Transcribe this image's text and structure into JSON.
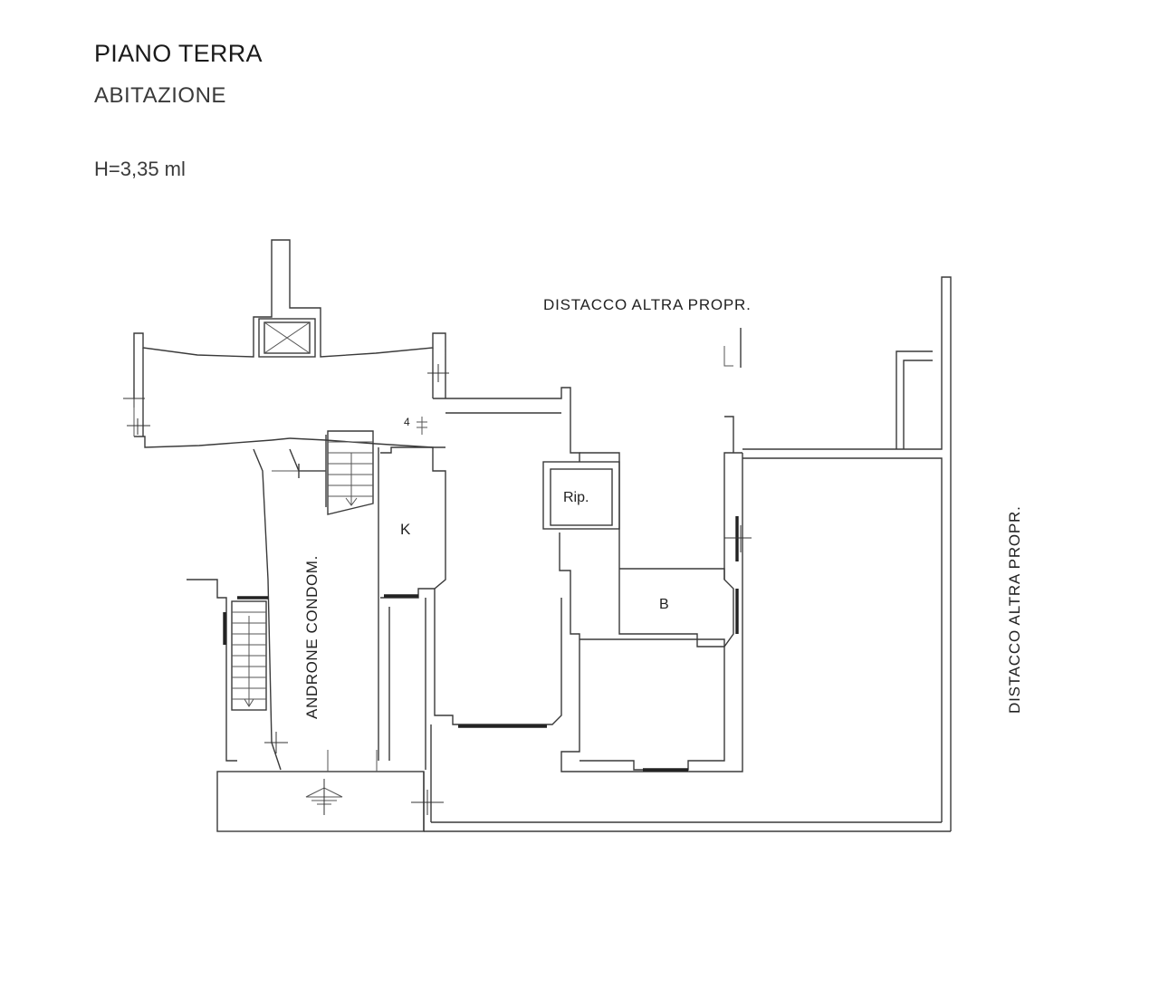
{
  "header": {
    "title": "PIANO TERRA",
    "subtitle": "ABITAZIONE",
    "height": "H=3,35 ml"
  },
  "plan": {
    "top_label": "DISTACCO ALTRA PROPR.",
    "right_label": "DISTACCO ALTRA PROPR.",
    "androne": "ANDRONE CONDOM.",
    "kitchen": "K",
    "storage": "Rip.",
    "bath": "B",
    "step_number": "4"
  },
  "colors": {
    "line": "#3a3a3a",
    "text": "#222222",
    "background": "#ffffff"
  }
}
